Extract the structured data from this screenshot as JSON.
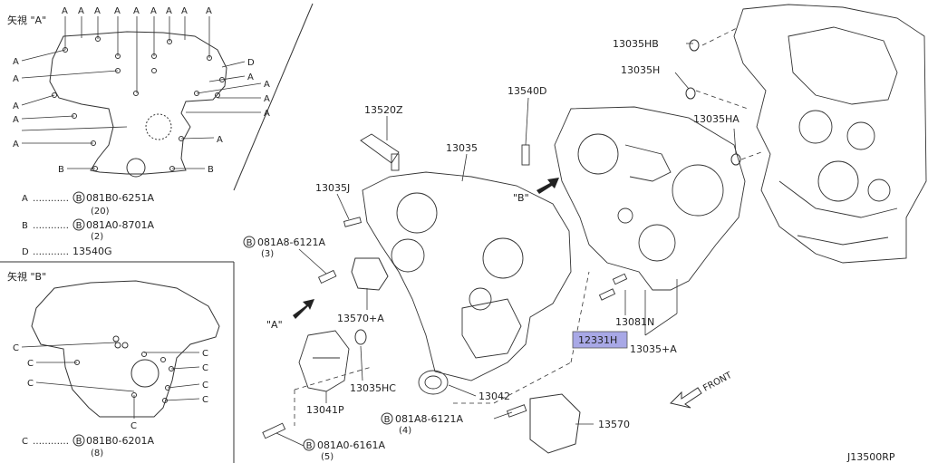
{
  "title_code": "J13500RP",
  "view_a": {
    "title": "矢視 \"A\"",
    "letters_top": [
      "A",
      "A",
      "A",
      "A",
      "A",
      "A",
      "A",
      "A",
      "A"
    ],
    "left_a": [
      "A",
      "A",
      "A",
      "A",
      "A"
    ],
    "right_a": [
      "D",
      "A",
      "A",
      "A",
      "A",
      "A"
    ],
    "b_left": "B",
    "b_right": "B",
    "legend": [
      {
        "key": "A",
        "part": "081B0-6251A",
        "qty": "(20)"
      },
      {
        "key": "B",
        "part": "081A0-8701A",
        "qty": "(2)"
      },
      {
        "key": "D",
        "part": "13540G",
        "qty": ""
      }
    ]
  },
  "view_b": {
    "title": "矢視 \"B\"",
    "c_left": [
      "C",
      "C",
      "C"
    ],
    "c_right": [
      "C",
      "C",
      "C",
      "C"
    ],
    "c_bottom": "C",
    "legend": [
      {
        "key": "C",
        "part": "081B0-6201A",
        "qty": "(8)"
      }
    ]
  },
  "main": {
    "parts": {
      "p13520Z": "13520Z",
      "p13035": "13035",
      "p13540D": "13540D",
      "p13035J": "13035J",
      "p13035HB": "13035HB",
      "p13035H": "13035H",
      "p13035HA": "13035HA",
      "p081A8_a": "081A8-6121A",
      "p081A8_a_qty": "(3)",
      "p13570A": "13570+A",
      "p13081N": "13081N",
      "p12331H": "12331H",
      "p13035A": "13035+A",
      "p13035HC": "13035HC",
      "p13041P": "13041P",
      "p13042": "13042",
      "p081A8_b": "081A8-6121A",
      "p081A8_b_qty": "(4)",
      "p13570": "13570",
      "p081A0": "081A0-6161A",
      "p081A0_qty": "(5)"
    },
    "view_marks": {
      "a": "\"A\"",
      "b": "\"B\""
    },
    "bolt_prefix": "B",
    "front_label": "FRONT"
  },
  "colors": {
    "highlight": "#a8a8e6",
    "line": "#333333"
  }
}
